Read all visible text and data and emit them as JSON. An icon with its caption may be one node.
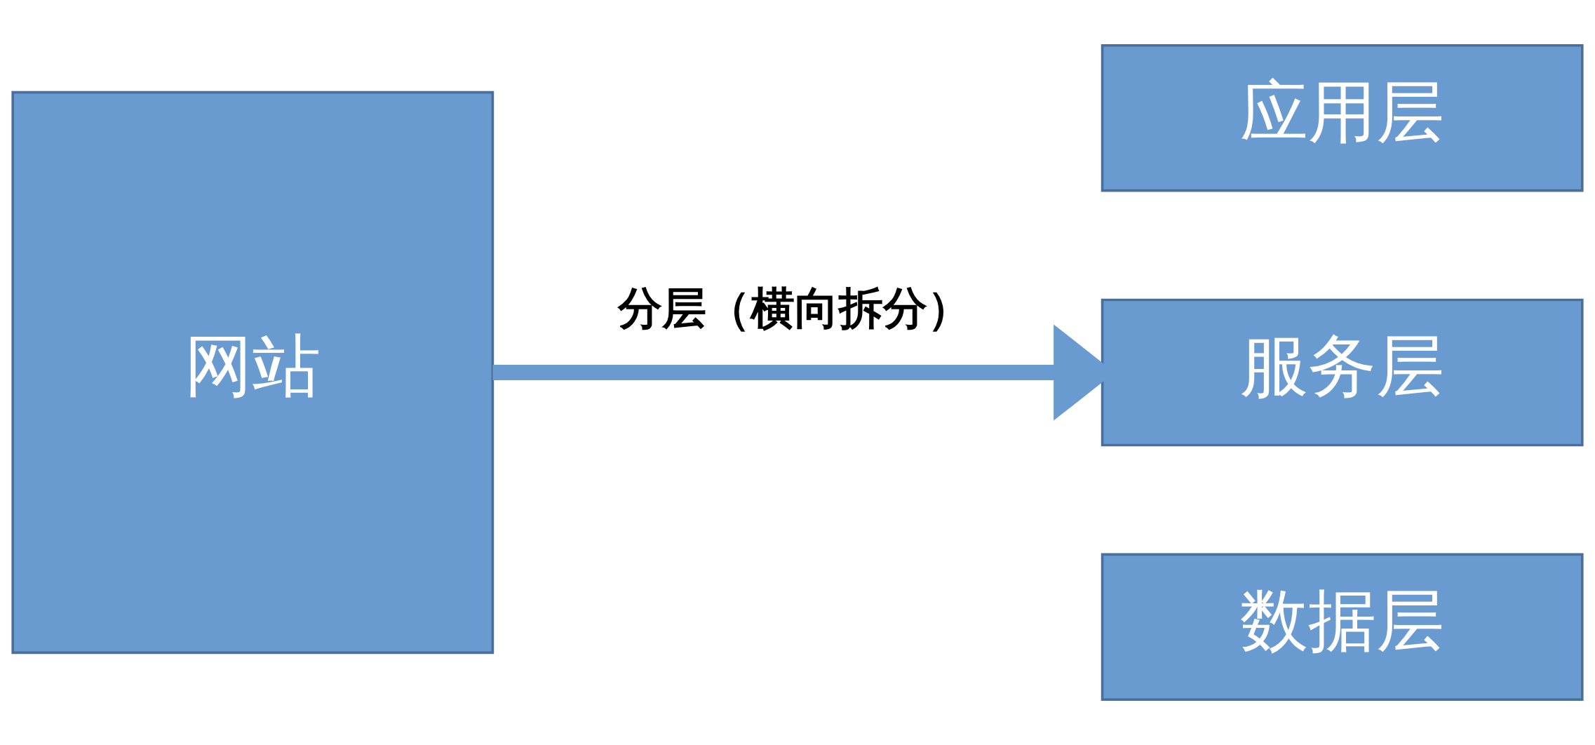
{
  "diagram": {
    "nodes": [
      {
        "text": [
          "网站"
        ]
      },
      {
        "text": [
          "应用层"
        ]
      },
      {
        "text": [
          "服务层"
        ]
      },
      {
        "text": [
          "数据层"
        ]
      }
    ],
    "edges": [
      {
        "from": 0,
        "to": 2,
        "arrow": "to",
        "label": "分层（横向拆分）"
      }
    ]
  }
}
